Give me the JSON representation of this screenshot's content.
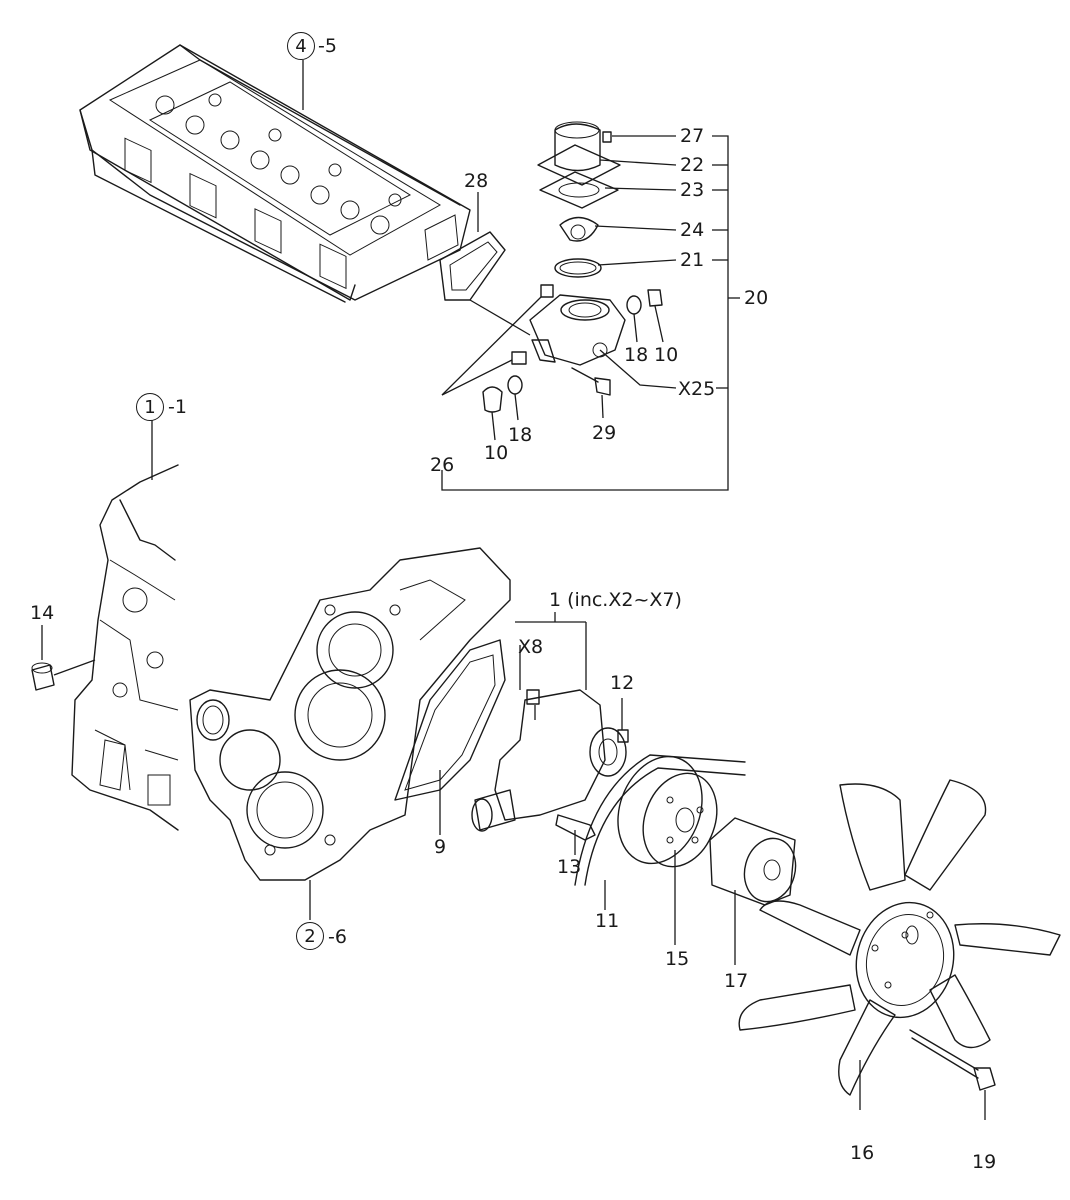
{
  "assemblies": [
    {
      "id": "cylinder-head",
      "circle": "4",
      "suffix": "-5"
    },
    {
      "id": "cylinder-block",
      "circle": "1",
      "suffix": "-1"
    },
    {
      "id": "gear-case",
      "circle": "2",
      "suffix": "-6"
    }
  ],
  "callouts": {
    "p27": "27",
    "p22": "22",
    "p23": "23",
    "p24": "24",
    "p21": "21",
    "p20": "20",
    "p28": "28",
    "p18a": "18",
    "p10a": "10",
    "px25": "X25",
    "p10b": "10",
    "p18b": "18",
    "p29": "29",
    "p26": "26",
    "p1": "1 (inc.X2~X7)",
    "px8": "X8",
    "p12": "12",
    "p14": "14",
    "p9": "9",
    "p13": "13",
    "p11": "11",
    "p15": "15",
    "p17": "17",
    "p16": "16",
    "p19": "19"
  }
}
